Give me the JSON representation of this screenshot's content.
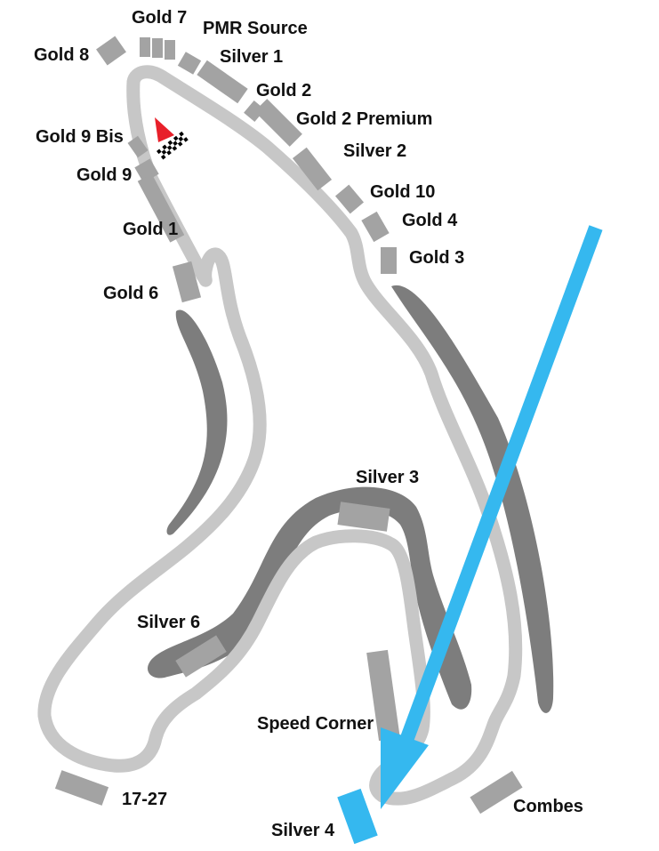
{
  "colors": {
    "background": "#ffffff",
    "track": "#c7c7c7",
    "grandstand": "#a3a3a3",
    "spectator_bank": "#7d7d7d",
    "highlight": "#35b8ef",
    "start_arrow": "#e8202a",
    "text": "#111111"
  },
  "icons": {
    "start_direction": "red-triangle-icon",
    "start_finish": "checkered-flag-icon",
    "highlight_arrow": "blue-arrow-icon"
  },
  "zones": {
    "gold_7": "Gold 7",
    "pmr_source": "PMR Source",
    "gold_8": "Gold 8",
    "silver_1": "Silver 1",
    "gold_2": "Gold 2",
    "gold_2_premium": "Gold 2 Premium",
    "gold_9_bis": "Gold 9 Bis",
    "silver_2": "Silver 2",
    "gold_9": "Gold 9",
    "gold_10": "Gold 10",
    "gold_4": "Gold 4",
    "gold_1": "Gold 1",
    "gold_3": "Gold 3",
    "gold_6": "Gold 6",
    "silver_3": "Silver 3",
    "silver_6": "Silver 6",
    "speed_corner": "Speed Corner",
    "z17_27": "17-27",
    "combes": "Combes",
    "silver_4": "Silver 4"
  },
  "highlighted_zone": "Silver 4"
}
